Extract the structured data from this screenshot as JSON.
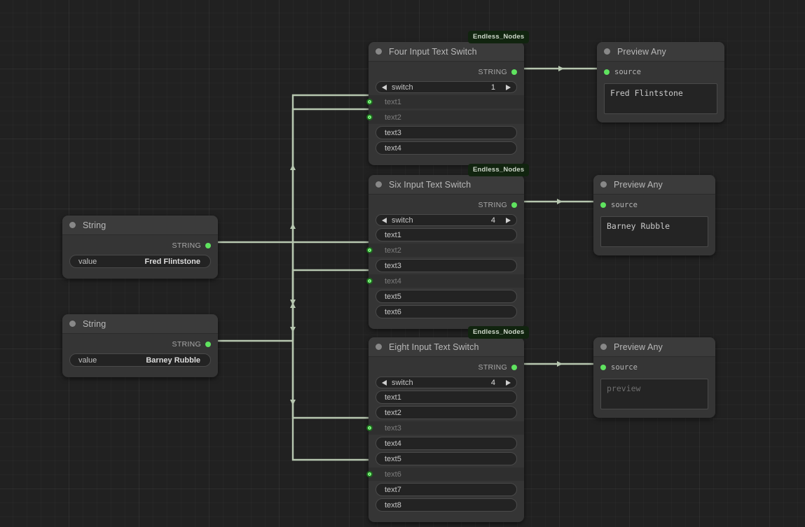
{
  "canvas": {
    "background_color": "#212121",
    "grid_color": "#2b2b2b",
    "link_color": "#b7c7b0",
    "accent_green": "#5fe35f",
    "badge_bg": "#11240f"
  },
  "badges": {
    "pack_name": "Endless_Nodes"
  },
  "nodes": {
    "string_1": {
      "title": "String",
      "output_label": "STRING",
      "widget_label": "value",
      "widget_value": "Fred Flintstone"
    },
    "string_2": {
      "title": "String",
      "output_label": "STRING",
      "widget_label": "value",
      "widget_value": "Barney Rubble"
    },
    "four_switch": {
      "title": "Four Input Text Switch",
      "badge": "Endless_Nodes",
      "output_label": "STRING",
      "switch_label": "switch",
      "switch_value": "1",
      "arrow_left": "prev-arrow",
      "arrow_right": "next-arrow",
      "slots": [
        {
          "label": "text1",
          "connected": true
        },
        {
          "label": "text2",
          "connected": true
        },
        {
          "label": "text3",
          "connected": false
        },
        {
          "label": "text4",
          "connected": false
        }
      ]
    },
    "six_switch": {
      "title": "Six Input Text Switch",
      "badge": "Endless_Nodes",
      "output_label": "STRING",
      "switch_label": "switch",
      "switch_value": "4",
      "slots": [
        {
          "label": "text1",
          "connected": false
        },
        {
          "label": "text2",
          "connected": true
        },
        {
          "label": "text3",
          "connected": false
        },
        {
          "label": "text4",
          "connected": true
        },
        {
          "label": "text5",
          "connected": false
        },
        {
          "label": "text6",
          "connected": false
        }
      ]
    },
    "eight_switch": {
      "title": "Eight Input Text Switch",
      "badge": "Endless_Nodes",
      "output_label": "STRING",
      "switch_label": "switch",
      "switch_value": "4",
      "slots": [
        {
          "label": "text1",
          "connected": false
        },
        {
          "label": "text2",
          "connected": false
        },
        {
          "label": "text3",
          "connected": true
        },
        {
          "label": "text4",
          "connected": false
        },
        {
          "label": "text5",
          "connected": false
        },
        {
          "label": "text6",
          "connected": true
        },
        {
          "label": "text7",
          "connected": false
        },
        {
          "label": "text8",
          "connected": false
        }
      ]
    },
    "preview_1": {
      "title": "Preview Any",
      "input_label": "source",
      "text": "Fred Flintstone",
      "is_placeholder": false
    },
    "preview_2": {
      "title": "Preview Any",
      "input_label": "source",
      "text": "Barney Rubble",
      "is_placeholder": false
    },
    "preview_3": {
      "title": "Preview Any",
      "input_label": "source",
      "text": "preview",
      "is_placeholder": true
    }
  }
}
